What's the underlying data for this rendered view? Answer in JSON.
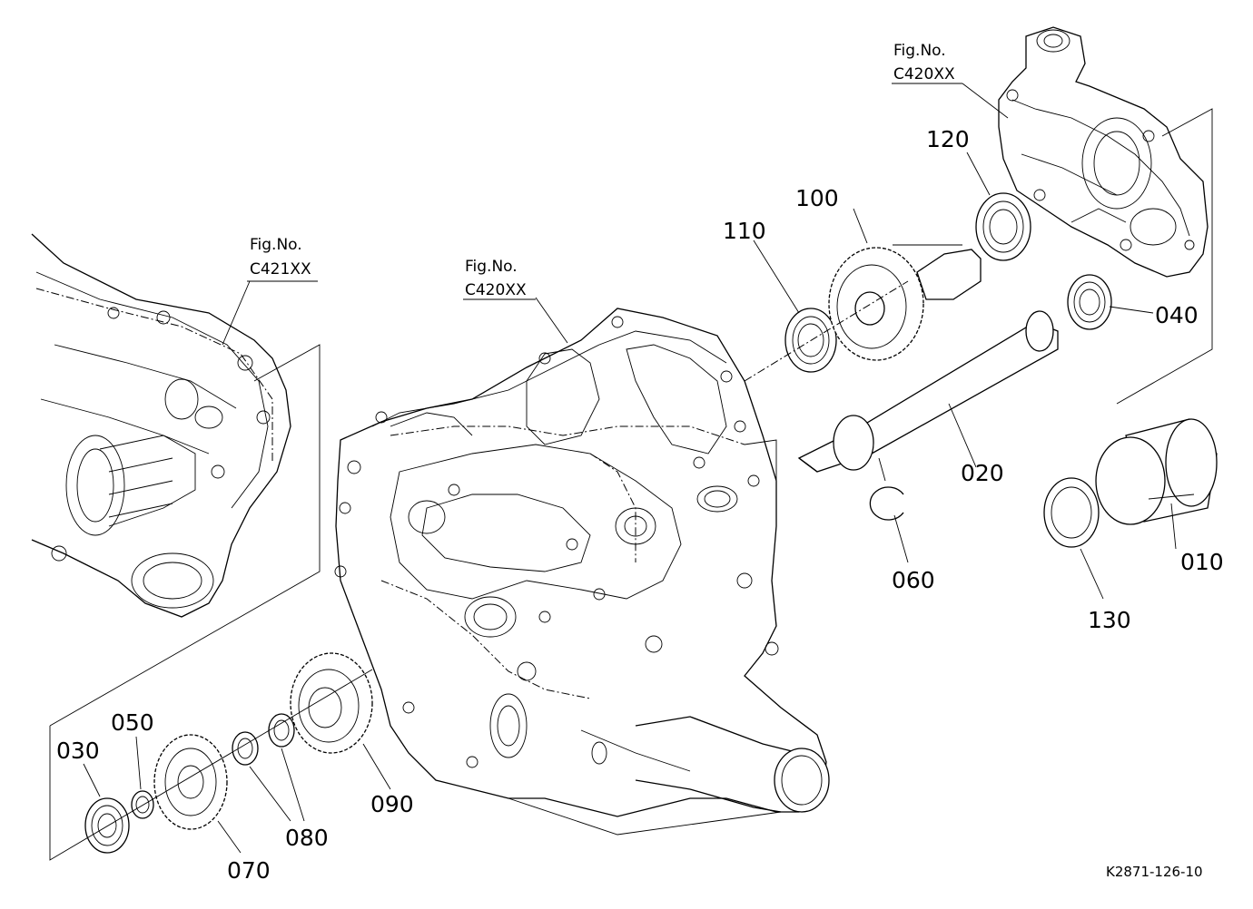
{
  "figure_refs": [
    {
      "id": "top-right",
      "line1": "Fig.No.",
      "line2": "C420XX"
    },
    {
      "id": "left",
      "line1": "Fig.No.",
      "line2": "C421XX"
    },
    {
      "id": "center",
      "line1": "Fig.No.",
      "line2": "C420XX"
    }
  ],
  "callouts": {
    "p010": "010",
    "p020": "020",
    "p030": "030",
    "p040": "040",
    "p050": "050",
    "p060": "060",
    "p070": "070",
    "p080": "080",
    "p090": "090",
    "p100": "100",
    "p110": "110",
    "p120": "120",
    "p130": "130"
  },
  "drawing_number": "K2871-126-10"
}
